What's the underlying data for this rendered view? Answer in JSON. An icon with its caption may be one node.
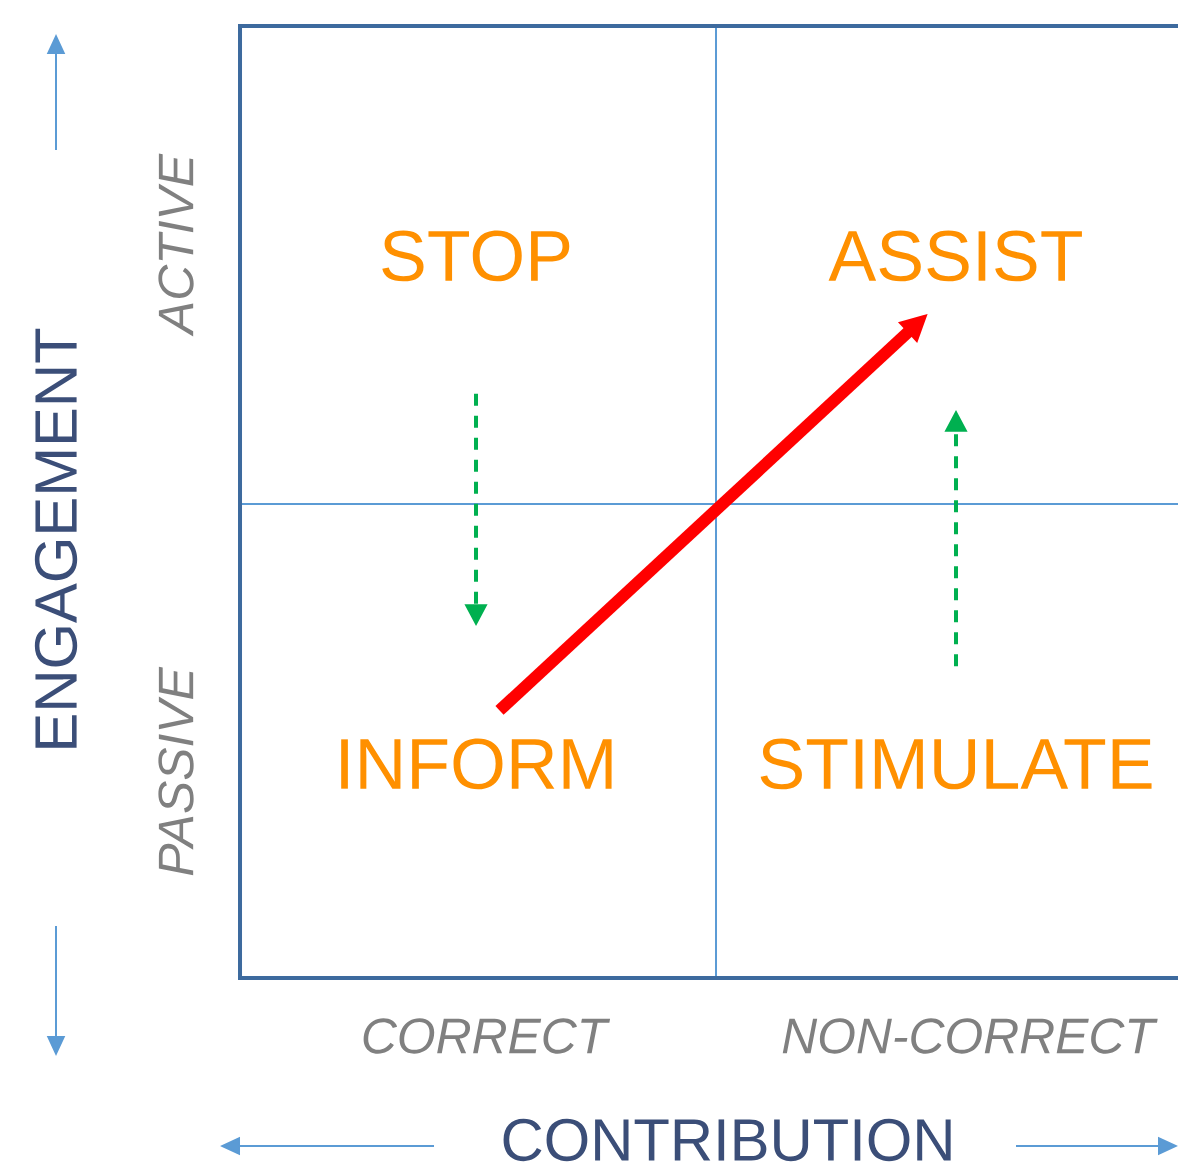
{
  "diagram": {
    "nodes": [
      {
        "text": [
          "STOP"
        ]
      },
      {
        "text": [
          "ASSIST"
        ]
      },
      {
        "text": [
          "INFORM"
        ]
      },
      {
        "text": [
          "STIMULATE"
        ]
      }
    ],
    "edges": [
      {
        "from": 2,
        "to": 1,
        "arrow": "to",
        "style": "thick",
        "color": "#ff0000"
      },
      {
        "from": 0,
        "to": 2,
        "arrow": "to",
        "style": "dashed"
      },
      {
        "from": 3,
        "to": 1,
        "arrow": "to",
        "style": "dashed"
      }
    ],
    "labels": [
      "ENGAGEMENT",
      "ACTIVE",
      "PASSIVE",
      "CORRECT",
      "NON-CORRECT",
      "CONTRIBUTION"
    ]
  }
}
